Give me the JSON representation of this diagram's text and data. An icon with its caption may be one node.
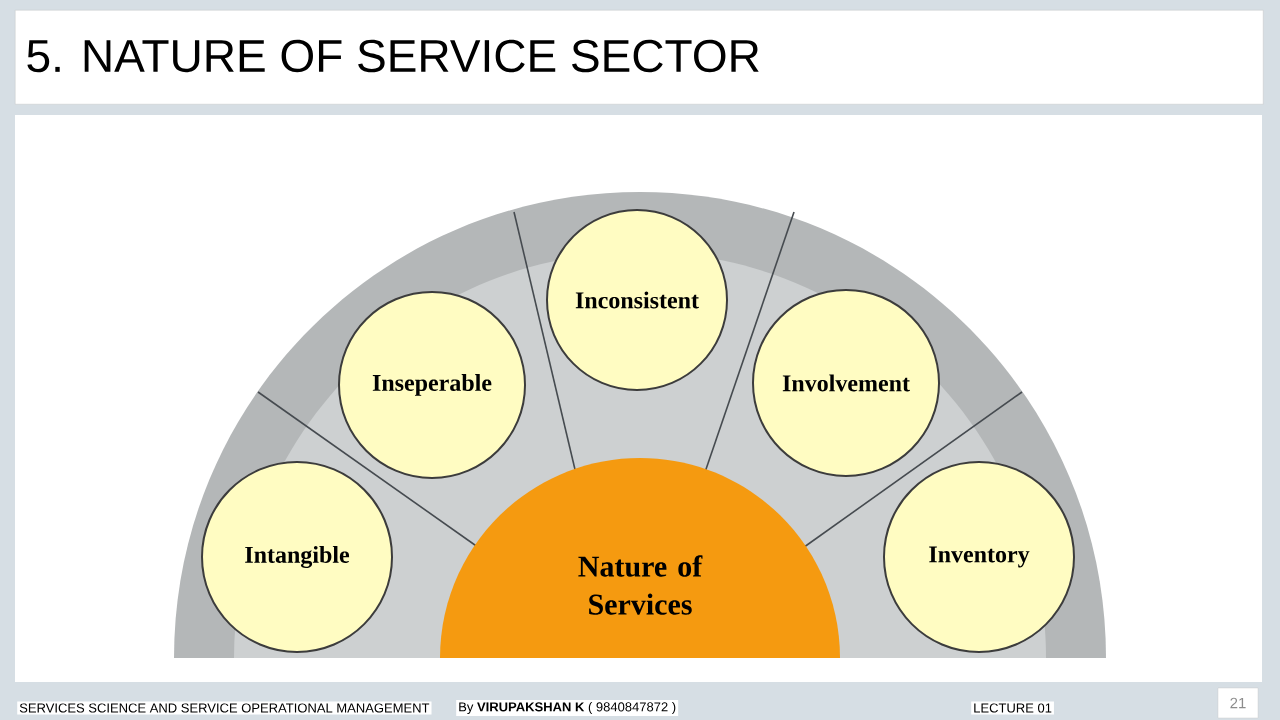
{
  "diagram": {
    "title": "5. NATURE OF SERVICE SECTOR",
    "nodes": [
      {
        "text": [
          "Intangible"
        ]
      },
      {
        "text": [
          "Inseperable"
        ]
      },
      {
        "text": [
          "Inconsistent"
        ]
      },
      {
        "text": [
          "Involvement"
        ]
      },
      {
        "text": [
          "Inventory"
        ]
      },
      {
        "text": [
          "Nature of Services"
        ]
      }
    ],
    "labels": [
      "SERVICES SCIENCE AND SERVICE OPERATIONAL MANAGEMENT",
      "By **VIRUPAKSHAN K** ( 9840847872 )",
      "LECTURE 01",
      "21"
    ]
  }
}
